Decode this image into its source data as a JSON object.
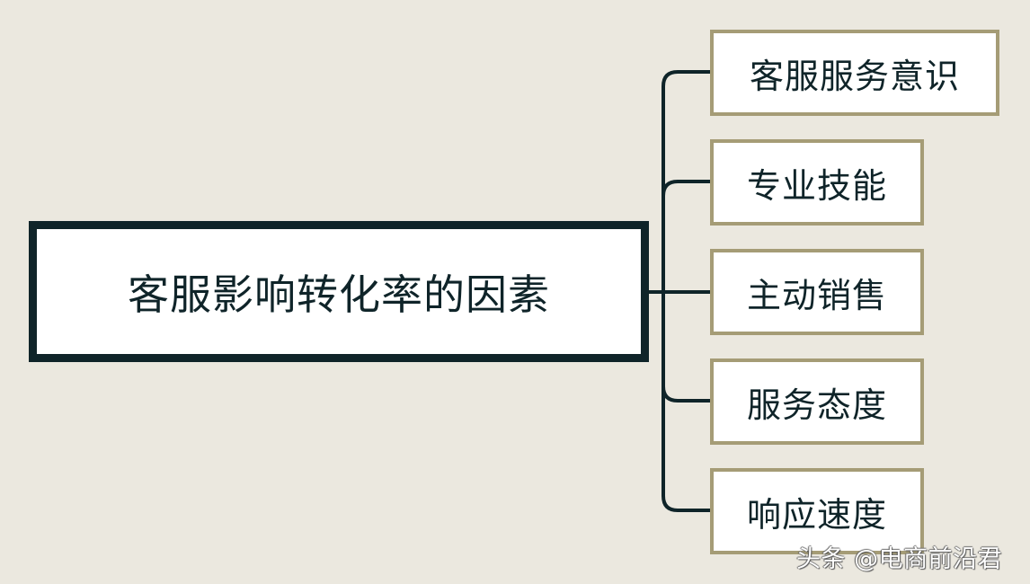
{
  "diagram": {
    "type": "mind-map",
    "root": {
      "label": "客服影响转化率的因素"
    },
    "children": [
      {
        "label": "客服服务意识"
      },
      {
        "label": "专业技能"
      },
      {
        "label": "主动销售"
      },
      {
        "label": "服务态度"
      },
      {
        "label": "响应速度"
      }
    ],
    "colors": {
      "background": "#ebe8df",
      "root_border": "#0f2429",
      "child_border": "#a59c76",
      "connector": "#0f2429",
      "text": "#0f2429"
    }
  },
  "watermark": {
    "text": "头条 @电商前沿君"
  }
}
